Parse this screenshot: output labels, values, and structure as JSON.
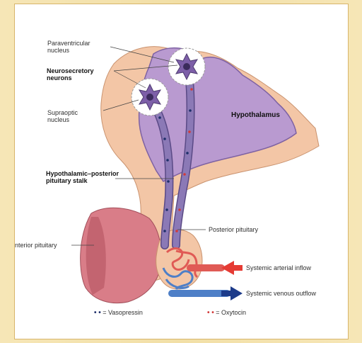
{
  "labels": {
    "paraventricular_1": "Paraventricular",
    "paraventricular_2": "nucleus",
    "neurosecretory_1": "Neurosecretory",
    "neurosecretory_2": "neurons",
    "supraoptic_1": "Supraoptic",
    "supraoptic_2": "nucleus",
    "hypothalamus": "Hypothalamus",
    "stalk_1": "Hypothalamic–posterior",
    "stalk_2": "pituitary stalk",
    "posterior_pituitary": "Posterior pituitary",
    "anterior_pituitary": "nterior pituitary",
    "arterial_inflow": "Systemic arterial inflow",
    "venous_outflow": "Systemic venous outflow"
  },
  "legend": {
    "vasopressin_symbol": "• •",
    "vasopressin_label": "= Vasopressin",
    "oxytocin_symbol": "• •",
    "oxytocin_label": "= Oxytocin"
  },
  "colors": {
    "hypothalamus": "#b99ad0",
    "brain_tissue": "#f3c6a6",
    "anterior_pituitary": "#d97d88",
    "neuron_tract": "#8b79b6",
    "arterial": "#e05a55",
    "venous": "#4e7fc7",
    "oxytocin_dot": "#d23a3a",
    "vasopressin_dot": "#1f2f6a"
  }
}
